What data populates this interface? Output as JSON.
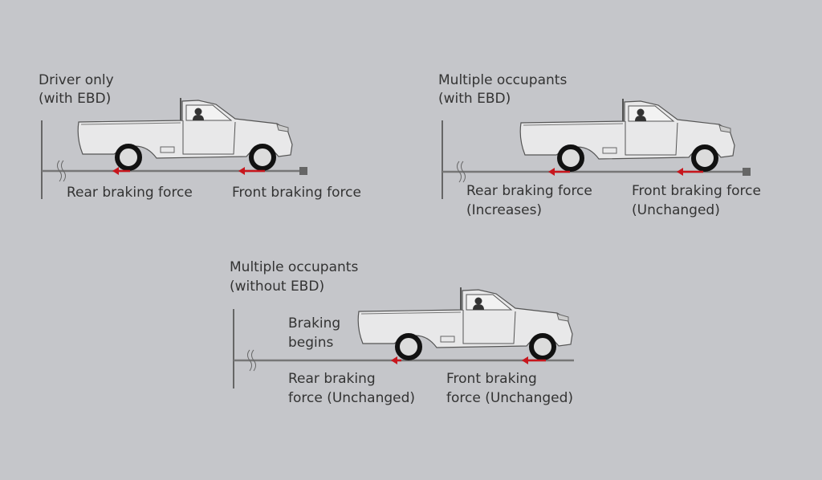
{
  "panels": [
    {
      "title_line1": "Driver only",
      "title_line2": "(with EBD)",
      "rear_label": "Rear braking force",
      "front_label": "Front braking force"
    },
    {
      "title_line1": "Multiple occupants",
      "title_line2": "(with EBD)",
      "rear_label": "Rear braking force",
      "rear_status": "(Increases)",
      "front_label": "Front braking force",
      "front_status": "(Unchanged)"
    },
    {
      "title_line1": "Multiple occupants",
      "title_line2": "(without EBD)",
      "note_line1": "Braking",
      "note_line2": "begins",
      "rear_label_line1": "Rear braking",
      "rear_label_line2": "force (Unchanged)",
      "front_label_line1": "Front braking",
      "front_label_line2": "force (Unchanged)"
    }
  ],
  "colors": {
    "background": "#c5c6ca",
    "arrow": "#c8161d",
    "line": "#666666"
  }
}
